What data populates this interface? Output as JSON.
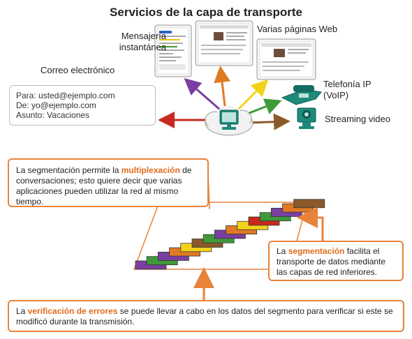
{
  "title": "Servicios de la capa de transporte",
  "labels": {
    "im": [
      "Mensajería",
      "instantánea"
    ],
    "web": "Varias páginas Web",
    "email": "Correo electrónico",
    "voip": [
      "Telefonía IP",
      "(VoIP)"
    ],
    "streaming": "Streaming video"
  },
  "email_box": {
    "to": "Para: usted@ejemplo.com",
    "from": "De: yo@ejemplo.com",
    "subject": "Asunto: Vacaciones"
  },
  "multiplexing_box": {
    "pre": "La segmentación permite la ",
    "highlight": "multiplexación",
    "post": " de conversaciones; esto quiere decir que varias aplicaciones pueden utilizar la red al mismo tiempo."
  },
  "segmentation_box": {
    "pre": "La ",
    "highlight": "segmentación",
    "post": " facilita el transporte de datos mediante las capas de red inferiores."
  },
  "error_box": {
    "pre": "La ",
    "highlight": "verificación de errores",
    "post": " se puede llevar a cabo en los datos del segmento para verificar si este se modificó durante la transmisión."
  },
  "colors": {
    "accent": "#e8833a",
    "highlight_text": "#e06a1c",
    "arrow_red": "#c8281e",
    "arrow_purple": "#7a3fa0",
    "arrow_orange": "#e07a22",
    "arrow_yellow": "#f2d21a",
    "arrow_green": "#3f9a3a",
    "arrow_brown": "#8a5a2a",
    "cloud": "#f2f2f2",
    "device_teal": "#1e8a7a"
  },
  "segment_colors": [
    "#7a3fa0",
    "#3f9a3a",
    "#7a3fa0",
    "#e07a22",
    "#f2d21a",
    "#8a5a2a",
    "#3f9a3a",
    "#7a3fa0",
    "#e07a22",
    "#f2d21a",
    "#c8281e",
    "#3f9a3a",
    "#7a3fa0",
    "#e07a22",
    "#8a5a2a"
  ]
}
